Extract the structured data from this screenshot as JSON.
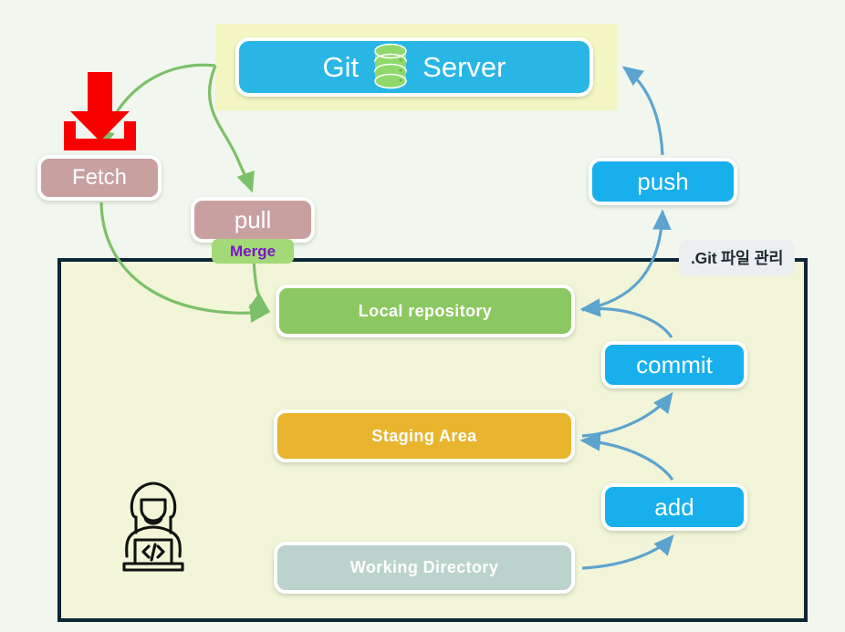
{
  "diagram": {
    "title": "Git workflow diagram",
    "region_label": ".Git 파일 관리",
    "colors": {
      "page_background": "#f1f7ee",
      "region_fill": "#f2f5d8",
      "region_border": "#0d2636",
      "server_band": "#f4f7c4",
      "blue": "#17b0ec",
      "server_blue": "#29b6e5",
      "rose": "#c9a0a0",
      "green": "#8cc861",
      "yellow": "#e9b52e",
      "sage": "#bcd2cd",
      "merge_badge": "#a3d977",
      "merge_text": "#7b16c4",
      "green_arrow": "#7cc06a",
      "blue_arrow": "#5ca4cf",
      "download_red": "#fa0000"
    }
  },
  "server": {
    "label_left": "Git",
    "label_right": "Server",
    "icon": "database-icon"
  },
  "remote_actions": {
    "fetch": "Fetch",
    "pull": "pull",
    "merge": "Merge",
    "push": "push"
  },
  "local_stores": [
    {
      "label": "Local repository"
    },
    {
      "label": "Staging Area"
    },
    {
      "label": "Working Directory"
    }
  ],
  "local_actions": {
    "commit": "commit",
    "add": "add"
  },
  "icons": {
    "download": "download-icon",
    "developer": "developer-at-laptop-icon",
    "database": "database-icon"
  },
  "edges": [
    {
      "from": "Git Server",
      "to": "Fetch",
      "color": "green"
    },
    {
      "from": "Fetch",
      "to": "Local repository",
      "color": "green"
    },
    {
      "from": "Git Server",
      "to": "Local repository",
      "via": "pull",
      "color": "green"
    },
    {
      "from": "Local repository",
      "to": "Git Server",
      "via": "push",
      "color": "blue"
    },
    {
      "from": "Staging Area",
      "to": "Local repository",
      "via": "commit",
      "color": "blue"
    },
    {
      "from": "Working Directory",
      "to": "Staging Area",
      "via": "add",
      "color": "blue"
    }
  ]
}
